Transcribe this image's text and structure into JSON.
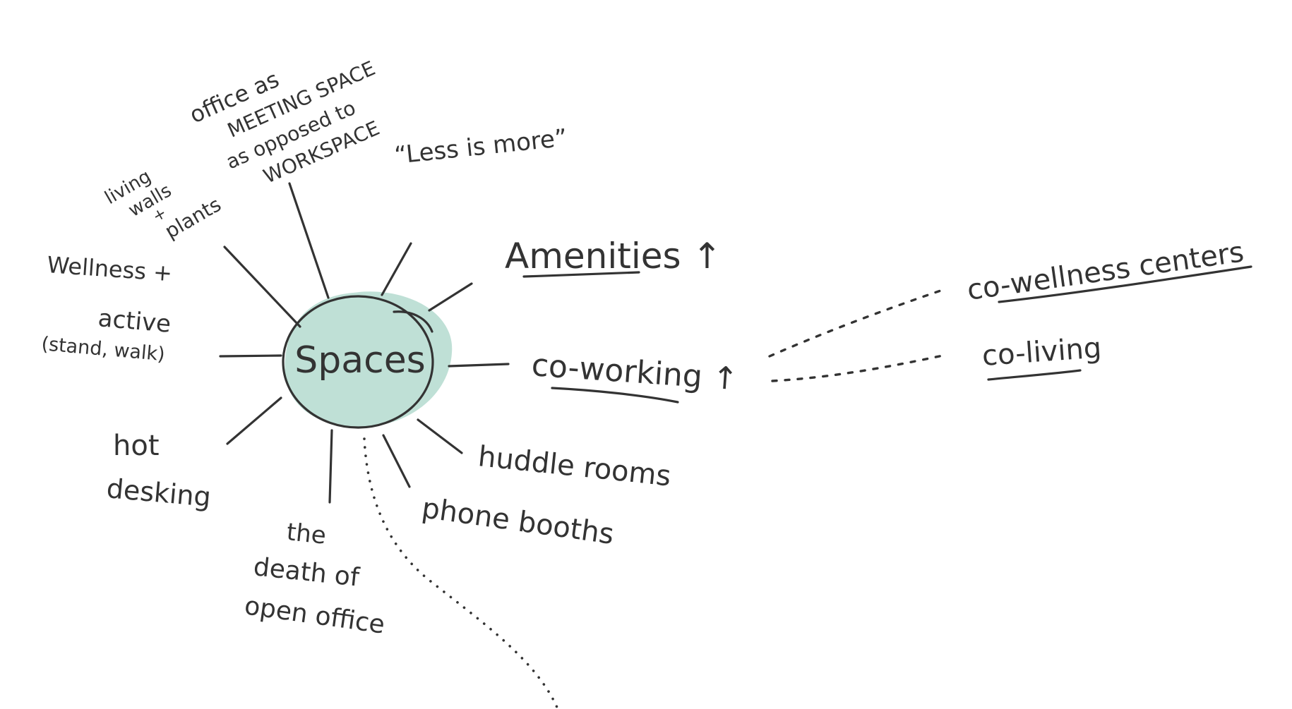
{
  "diagram": {
    "center": {
      "label": "Spaces",
      "fill_color": "#bfe0d6"
    },
    "nodes": [
      {
        "id": "office",
        "lines": [
          "office as",
          "MEETING SPACE",
          "as opposed to",
          "WORKSPACE"
        ]
      },
      {
        "id": "less",
        "lines": [
          "“Less is more”"
        ]
      },
      {
        "id": "living-walls",
        "lines": [
          "living",
          "walls",
          "+",
          "plants"
        ]
      },
      {
        "id": "wellness",
        "lines": [
          "Wellness +",
          "active",
          "(stand, walk)"
        ]
      },
      {
        "id": "amenities",
        "lines": [
          "Amenities ↑"
        ]
      },
      {
        "id": "coworking",
        "lines": [
          "co-working ↑"
        ]
      },
      {
        "id": "cowellness",
        "lines": [
          "co-wellness centers"
        ]
      },
      {
        "id": "coliving",
        "lines": [
          "co-living"
        ]
      },
      {
        "id": "hotdesking",
        "lines": [
          "hot",
          "desking"
        ]
      },
      {
        "id": "huddle",
        "lines": [
          "huddle rooms"
        ]
      },
      {
        "id": "phone",
        "lines": [
          "phone booths"
        ]
      },
      {
        "id": "death",
        "lines": [
          "the",
          "death of",
          "open office"
        ]
      }
    ],
    "ink_color": "#333333"
  }
}
